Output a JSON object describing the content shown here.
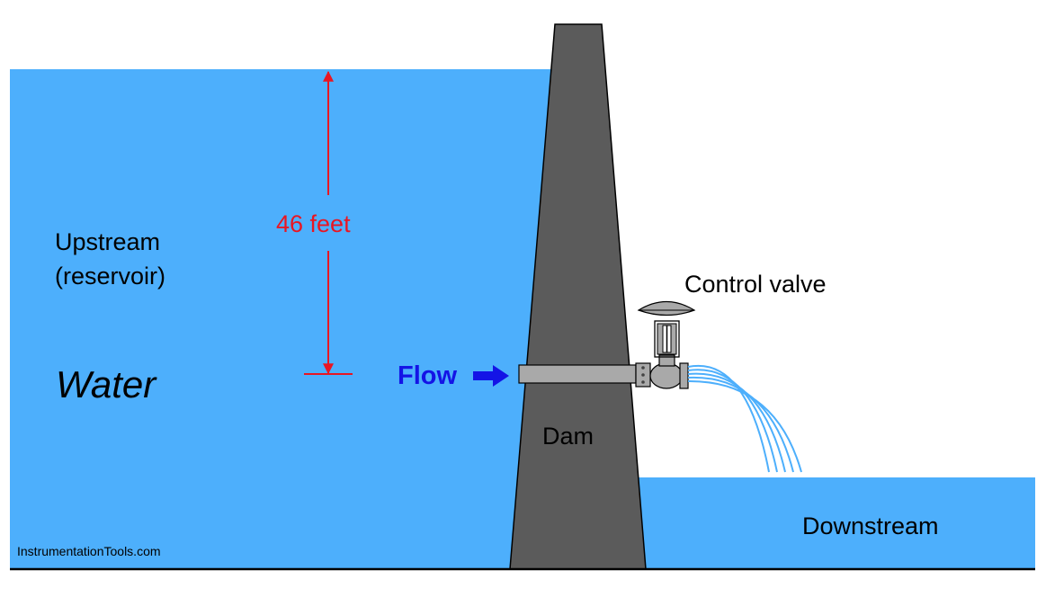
{
  "labels": {
    "upstream_line1": "Upstream",
    "upstream_line2": "(reservoir)",
    "water": "Water",
    "height": "46 feet",
    "flow": "Flow",
    "control_valve": "Control valve",
    "dam": "Dam",
    "downstream": "Downstream",
    "watermark": "InstrumentationTools.com"
  },
  "colors": {
    "water": "#4daffc",
    "dam": "#5b5b5b",
    "pipe": "#a9a9a9",
    "dimension": "#e81623",
    "flow": "#1414e6",
    "ground": "#000000",
    "text": "#000000"
  }
}
